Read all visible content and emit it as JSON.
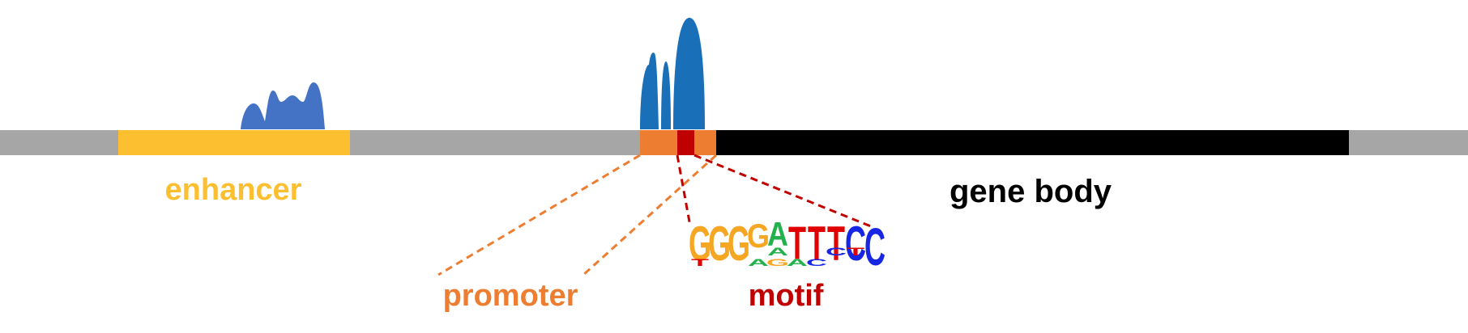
{
  "labels": {
    "enhancer": "enhancer",
    "promoter": "promoter",
    "motif": "motif",
    "gene_body": "gene body"
  },
  "motif_logo": {
    "primary_sequence": [
      "G",
      "G",
      "G",
      "G",
      "A",
      "T",
      "T",
      "T",
      "C",
      "C"
    ],
    "secondary_letters": [
      "T",
      "",
      "",
      "A",
      "G",
      "A",
      "C",
      "",
      "",
      ""
    ],
    "tertiary_letters": [
      "",
      "",
      "",
      "",
      "A",
      "",
      "",
      "C",
      "T",
      ""
    ]
  },
  "colors": {
    "background_dna": "#a6a6a6",
    "enhancer": "#fbbf2f",
    "promoter": "#ed7d31",
    "motif": "#c00000",
    "gene_body": "#000000",
    "signal_enhancer": "#4472c4",
    "signal_promoter": "#1a70b8",
    "base_G": "#f5a623",
    "base_A": "#22b14c",
    "base_T": "#e00000",
    "base_C": "#1726e3"
  }
}
